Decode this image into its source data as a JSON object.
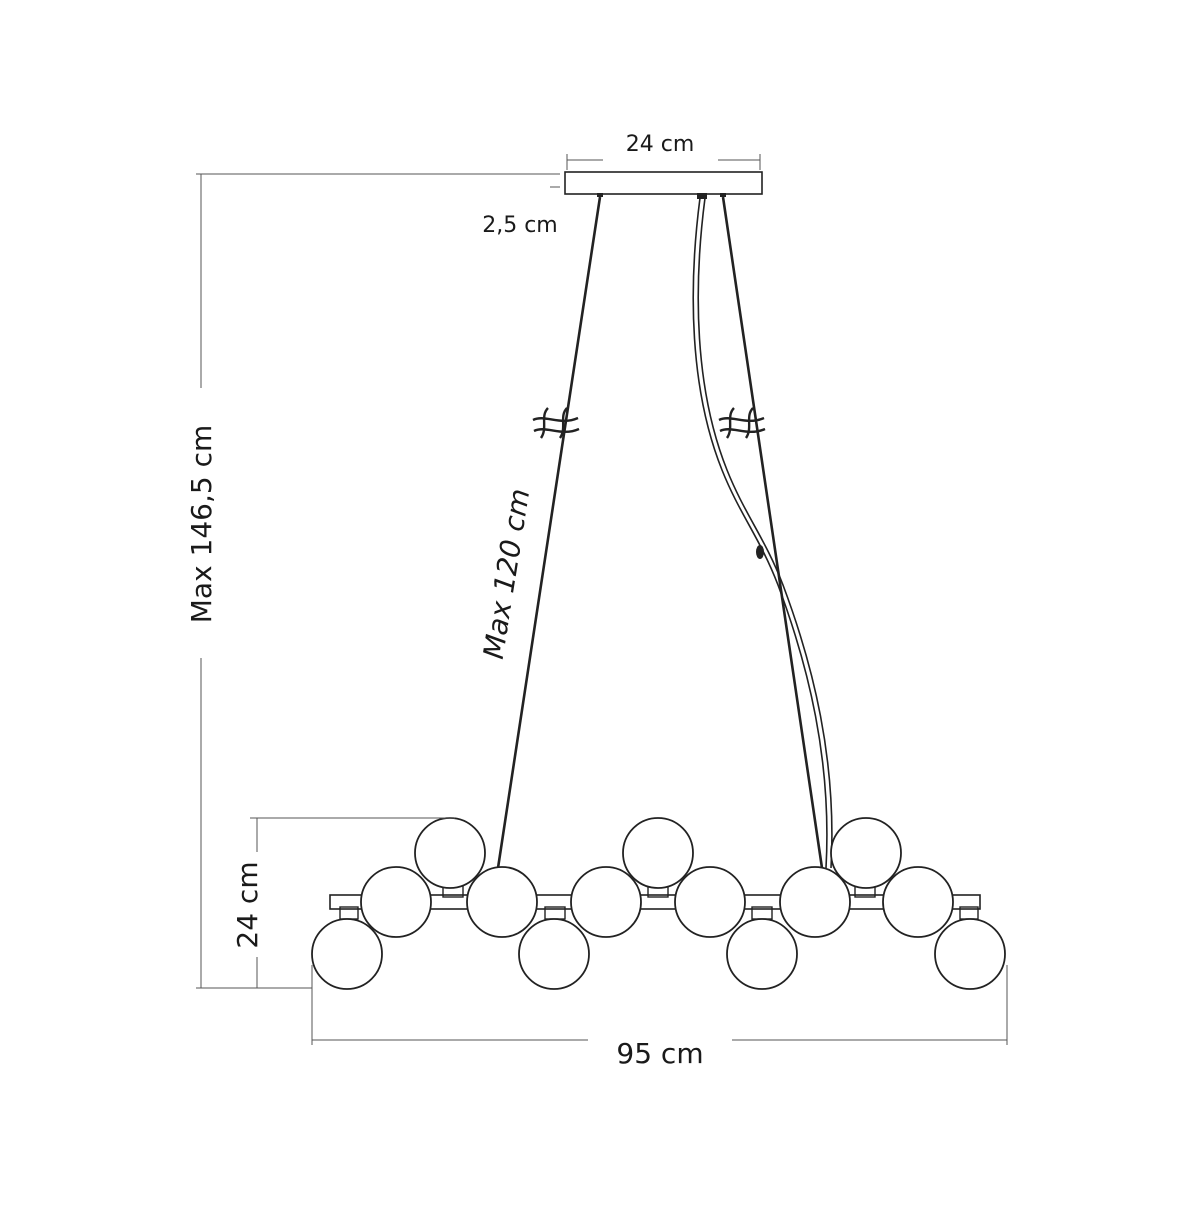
{
  "dimensions": {
    "canopy_width": "24 cm",
    "canopy_height": "2,5 cm",
    "total_height": "Max 146,5 cm",
    "cable_length": "Max 120 cm",
    "body_height": "24 cm",
    "body_width": "95 cm"
  },
  "colors": {
    "line": "#222222",
    "dimension_line": "#555555",
    "text": "#1a1a1a",
    "background": "#ffffff"
  },
  "icons": {
    "cable_break": "length-break-icon"
  }
}
